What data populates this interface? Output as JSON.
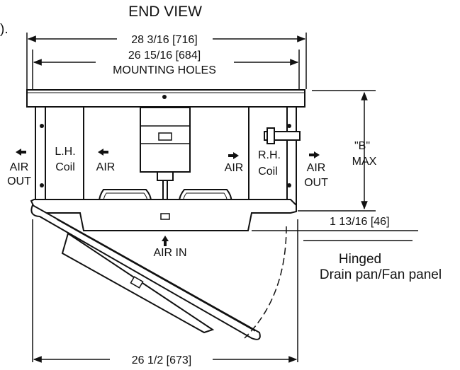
{
  "title": "END VIEW",
  "corner_fragment": ").",
  "dims": {
    "overall_width": "28 3/16 [716]",
    "mounting_holes_value": "26 15/16 [684]",
    "mounting_holes_label": "MOUNTING HOLES",
    "b_label": "\"B\"",
    "max_label": "MAX",
    "drop": "1 13/16 [46]",
    "bottom_width": "26 1/2 [673]"
  },
  "labels": {
    "lh_coil_line1": "L.H.",
    "lh_coil_line2": "Coil",
    "rh_coil_line1": "R.H.",
    "rh_coil_line2": "Coil",
    "air_left_line1": "AIR",
    "air_left_line2": "OUT",
    "air_inner_left": "AIR",
    "air_inner_right": "AIR",
    "air_right_line1": "AIR",
    "air_right_line2": "OUT",
    "air_in": "AIR IN",
    "hinged_line1": "Hinged",
    "hinged_line2": "Drain pan/Fan panel"
  }
}
